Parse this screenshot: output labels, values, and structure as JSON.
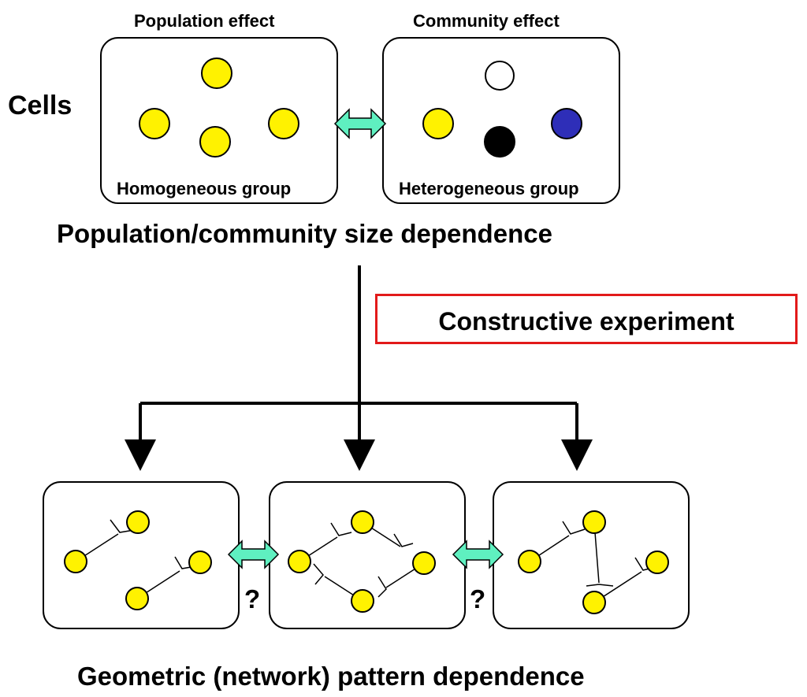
{
  "row_label": "Cells",
  "top_panels": [
    {
      "heading": "Population effect",
      "caption": "Homogeneous group"
    },
    {
      "heading": "Community effect",
      "caption": "Heterogeneous group"
    }
  ],
  "section_titles": {
    "top": "Population/community size dependence",
    "bottom": "Geometric (network) pattern dependence"
  },
  "experiment_label": "Constructive experiment",
  "question_marks": [
    "?",
    "?"
  ],
  "colors": {
    "yellow_cell": "#fff200",
    "white_cell": "#ffffff",
    "black_cell": "#000000",
    "blue_cell": "#2e2eb8",
    "double_arrow": "#5ff0c0",
    "experiment_border": "#e21a1a"
  }
}
